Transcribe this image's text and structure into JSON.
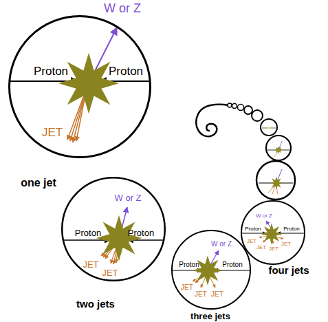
{
  "diagram": {
    "nodes": [
      {
        "text": [
          "Proton",
          "Proton",
          "W or Z",
          "JET",
          "one jet"
        ]
      },
      {
        "text": [
          "Proton",
          "Proton",
          "W or Z",
          "JET",
          "JET",
          "two jets"
        ]
      },
      {
        "text": [
          "Proton",
          "Proton",
          "W or Z",
          "JET",
          "JET",
          "JET",
          "three jets"
        ]
      },
      {
        "text": [
          "Proton",
          "Proton",
          "W or Z",
          "JET",
          "JET",
          "JET",
          "JET",
          "four jets"
        ]
      }
    ]
  }
}
